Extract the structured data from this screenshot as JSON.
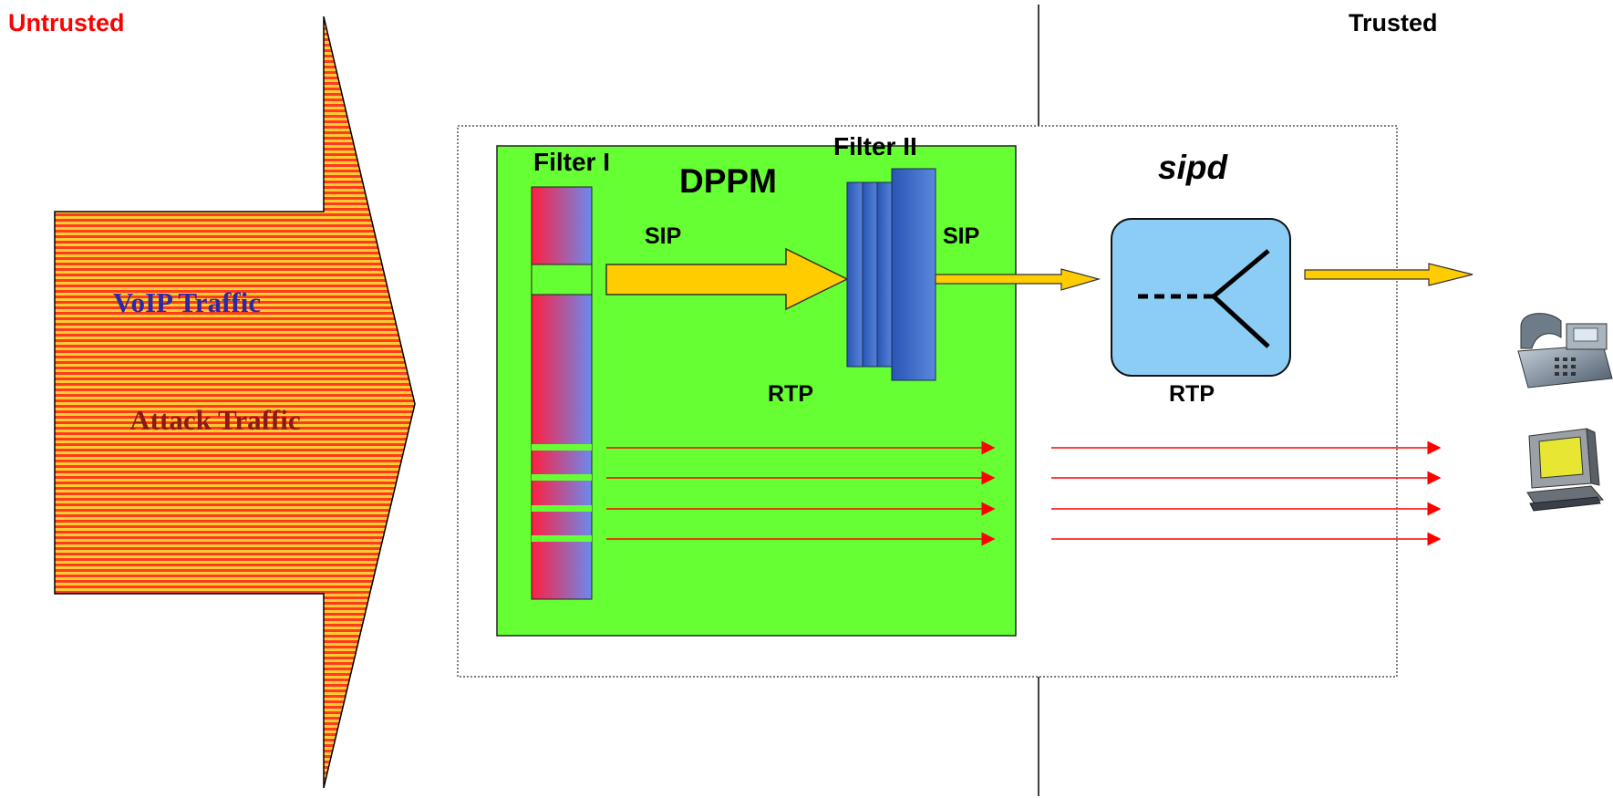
{
  "zones": {
    "untrusted": "Untrusted",
    "trusted": "Trusted"
  },
  "traffic_arrow": {
    "voip": "VoIP Traffic",
    "attack": "Attack Traffic"
  },
  "dppm": {
    "title": "DPPM",
    "filter1": "Filter I",
    "filter2": "Filter II",
    "sip_in": "SIP",
    "sip_out": "SIP",
    "rtp_in": "RTP"
  },
  "sipd": {
    "title": "sipd",
    "rtp_out": "RTP"
  },
  "colors": {
    "untrusted_label": "#ff0000",
    "voip_label": "#2a2aa8",
    "attack_label": "#8b1a1a",
    "dppm_fill": "#66ff33",
    "sip_arrow": "#ffcc00",
    "rtp_arrow": "#ff0000",
    "sipd_box": "#8ccdf5"
  },
  "icons": {
    "endpoint1": "phone-icon",
    "endpoint2": "computer-icon"
  }
}
